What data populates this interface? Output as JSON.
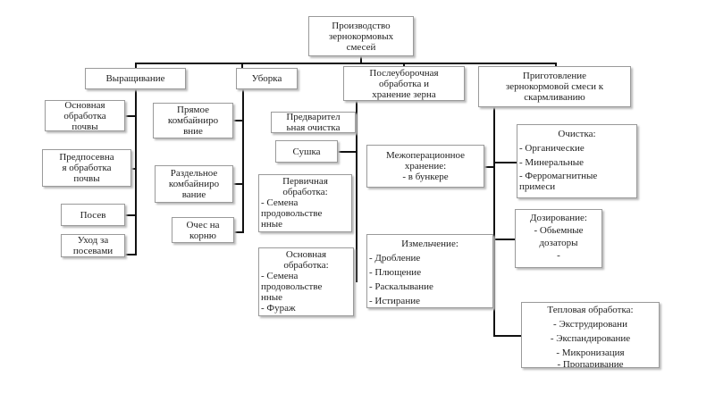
{
  "root": [
    "Производство",
    "зернокормовых",
    "смесей"
  ],
  "branches": {
    "growing": {
      "title": "Выращивание",
      "items": [
        [
          "Основная",
          "обработка",
          "почвы"
        ],
        [
          "Предпосевна",
          "я обработка",
          "почвы"
        ],
        [
          "Посев"
        ],
        [
          "Уход за",
          "посевами"
        ]
      ]
    },
    "harvest": {
      "title": "Уборка",
      "items": [
        [
          "Прямое",
          "комбайниро",
          "вние"
        ],
        [
          "Раздельное",
          "комбайниро",
          "вание"
        ],
        [
          "Очес на",
          "корню"
        ]
      ]
    },
    "post": {
      "title": [
        "Послеуборочная",
        "обработка и",
        "хранение зерна"
      ],
      "items": [
        [
          "Предварител",
          "ьная очистка"
        ],
        [
          "Сушка"
        ]
      ],
      "primary": {
        "title": [
          "Первичная",
          "обработка:"
        ],
        "list": [
          "- Семена",
          "продовольстве",
          "нные"
        ]
      },
      "main": {
        "title": [
          "Основная",
          "обработка:"
        ],
        "list": [
          "- Семена",
          "продовольстве",
          "нные",
          "- Фураж"
        ]
      },
      "storage": [
        "Межоперационное",
        "хранение:",
        "- в бункере"
      ],
      "grinding": {
        "title": "Измельчение:",
        "list": [
          "- Дробление",
          "- Плющение",
          "- Раскалывание",
          "- Истирание"
        ]
      }
    },
    "prep": {
      "title": [
        "Приготовление",
        "зернокормовой смеси к",
        "скармливанию"
      ],
      "cleaning": {
        "title": "Очистка:",
        "list": [
          "- Органические",
          "- Минеральные",
          "- Ферромагнитные",
          "примеси"
        ]
      },
      "dosing": [
        "Дозирование:",
        "- Обьемные",
        "дозаторы",
        "-"
      ],
      "heat": [
        "Тепловая обработка:",
        "- Экструдировани",
        "- Экспандирование",
        "- Микронизация",
        "- Пропаривание"
      ]
    }
  }
}
